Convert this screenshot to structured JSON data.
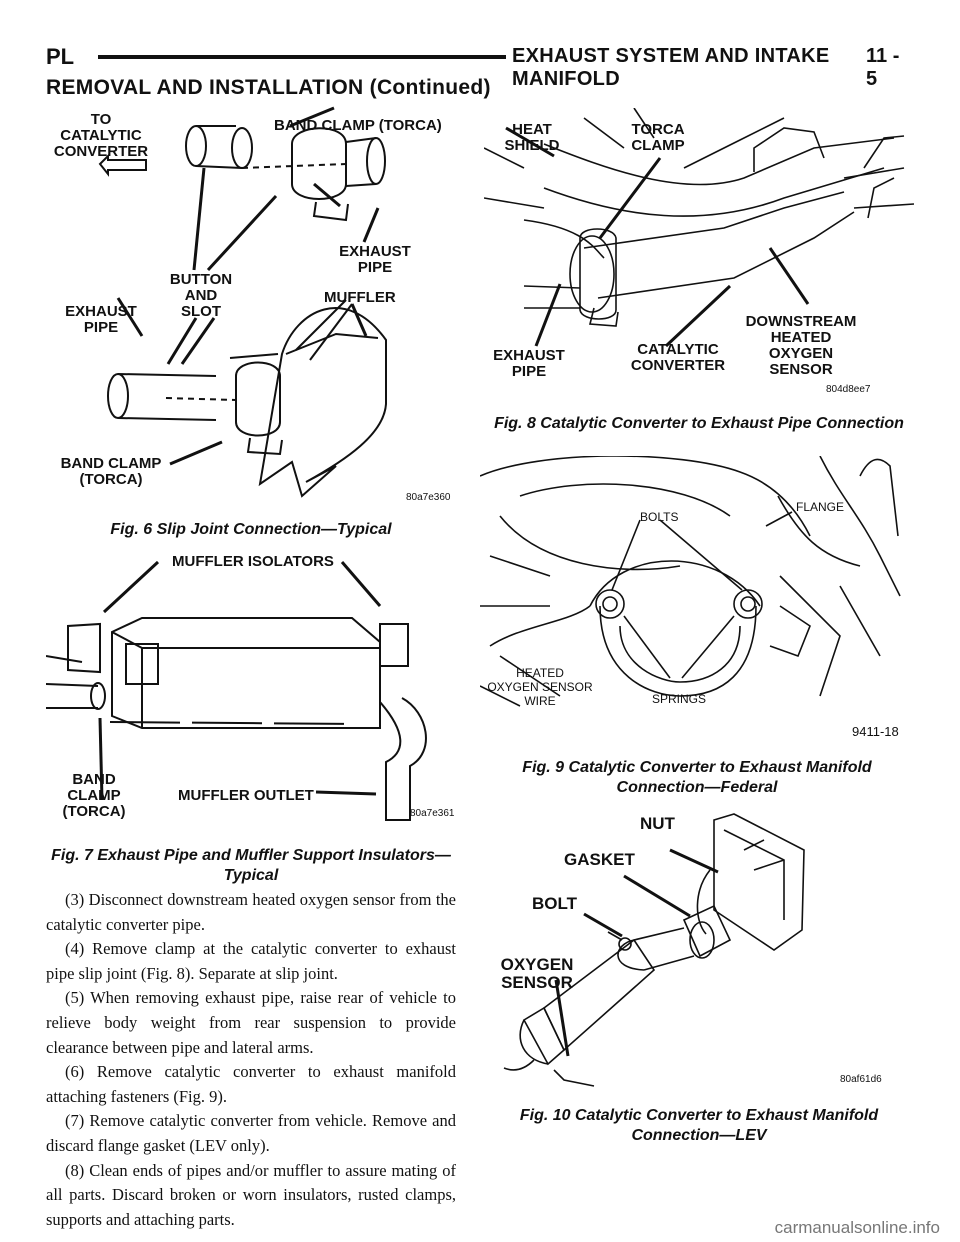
{
  "header": {
    "manual_code": "PL",
    "section_title": "EXHAUST SYSTEM AND INTAKE MANIFOLD",
    "page_number": "11 - 5"
  },
  "section_heading": "REMOVAL AND INSTALLATION (Continued)",
  "fig6": {
    "caption": "Fig. 6 Slip Joint Connection—Typical",
    "id": "80a7e360",
    "labels": {
      "to_converter": "TO\nCATALYTIC\nCONVERTER",
      "band_clamp_top": "BAND CLAMP (TORCA)",
      "exhaust_pipe_right": "EXHAUST\nPIPE",
      "button_slot": "BUTTON\nAND\nSLOT",
      "exhaust_pipe_left": "EXHAUST\nPIPE",
      "muffler": "MUFFLER",
      "band_clamp_bottom": "BAND CLAMP\n(TORCA)"
    }
  },
  "fig7": {
    "caption": "Fig. 7 Exhaust Pipe and Muffler Support\nInsulators—Typical",
    "id": "80a7e361",
    "labels": {
      "isolators": "MUFFLER ISOLATORS",
      "band_clamp": "BAND\nCLAMP\n(TORCA)",
      "outlet": "MUFFLER OUTLET"
    }
  },
  "fig8": {
    "caption": "Fig. 8 Catalytic Converter to Exhaust Pipe\nConnection",
    "id": "804d8ee7",
    "labels": {
      "heat_shield": "HEAT\nSHIELD",
      "torca_clamp": "TORCA\nCLAMP",
      "exhaust_pipe": "EXHAUST\nPIPE",
      "catalytic_converter": "CATALYTIC\nCONVERTER",
      "o2_sensor": "DOWNSTREAM\nHEATED\nOXYGEN\nSENSOR"
    }
  },
  "fig9": {
    "caption": "Fig. 9 Catalytic Converter to Exhaust Manifold\nConnection—Federal",
    "id": "9411-18",
    "labels": {
      "bolts": "BOLTS",
      "flange": "FLANGE",
      "sensor_wire": "HEATED\nOXYGEN SENSOR\nWIRE",
      "springs": "SPRINGS"
    }
  },
  "fig10": {
    "caption": "Fig. 10 Catalytic Converter to Exhaust Manifold\nConnection—LEV",
    "id": "80af61d6",
    "labels": {
      "nut": "NUT",
      "gasket": "GASKET",
      "bolt": "BOLT",
      "oxygen_sensor": "OXYGEN\nSENSOR"
    }
  },
  "steps": [
    "(3) Disconnect downstream heated oxygen sensor from the catalytic converter pipe.",
    "(4) Remove clamp at the catalytic converter to exhaust pipe slip joint (Fig. 8). Separate at slip joint.",
    "(5) When removing exhaust pipe, raise rear of vehicle to relieve body weight from rear suspension to provide clearance between pipe and lateral arms.",
    "(6) Remove catalytic converter to exhaust manifold attaching fasteners (Fig. 9).",
    "(7) Remove catalytic converter from vehicle. Remove and discard flange gasket (LEV only).",
    "(8) Clean ends of pipes and/or muffler to assure mating of all parts. Discard broken or worn insulators, rusted clamps, supports and attaching parts."
  ],
  "watermark": "carmanualsonline.info"
}
